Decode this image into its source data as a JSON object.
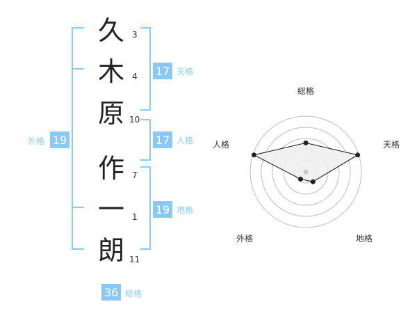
{
  "name": {
    "characters": [
      "久",
      "木",
      "原",
      "作",
      "一",
      "朗"
    ],
    "strokes": [
      "3",
      "4",
      "10",
      "7",
      "1",
      "11"
    ]
  },
  "fortune": {
    "ten": {
      "label": "天格",
      "value": "17"
    },
    "jin": {
      "label": "人格",
      "value": "17"
    },
    "chi": {
      "label": "地格",
      "value": "19"
    },
    "gai": {
      "label": "外格",
      "value": "19"
    },
    "so": {
      "label": "総格",
      "value": "36"
    }
  },
  "radar": {
    "axes": [
      "総格",
      "天格",
      "地格",
      "外格",
      "人格"
    ],
    "values": [
      0.52,
      0.98,
      0.22,
      0.16,
      0.98
    ],
    "ring_count": 5
  },
  "colors": {
    "accent_box": "#89c8f7",
    "accent_text": "#8dcaf5",
    "bracket": "#8dcaf5",
    "kanji": "#222222",
    "stroke_num": "#333333",
    "radar_ring": "#bdbdbd",
    "radar_fill": "#efefef",
    "radar_line": "#111111"
  }
}
